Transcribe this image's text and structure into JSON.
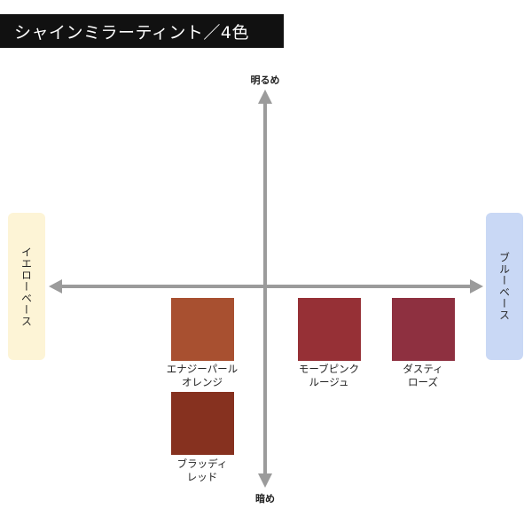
{
  "title": "シャインミラーティント／4色",
  "axes": {
    "top": "明るめ",
    "bottom": "暗め",
    "left": "イエローベース",
    "right": "ブルーベース"
  },
  "colors": {
    "yellow_base_bg": "#fdf4d6",
    "blue_base_bg": "#c9d8f5",
    "axis": "#9b9b9b"
  },
  "shades": [
    {
      "id": "energy-pearl-orange",
      "line1": "エナジーパール",
      "line2": "オレンジ",
      "color": "#a85030"
    },
    {
      "id": "mauve-pink-rouge",
      "line1": "モーブピンク",
      "line2": "ルージュ",
      "color": "#963036"
    },
    {
      "id": "dusty-rose",
      "line1": "ダスティ",
      "line2": "ローズ",
      "color": "#8e3040"
    },
    {
      "id": "bloody-red",
      "line1": "ブラッディ",
      "line2": "レッド",
      "color": "#86311f"
    }
  ]
}
